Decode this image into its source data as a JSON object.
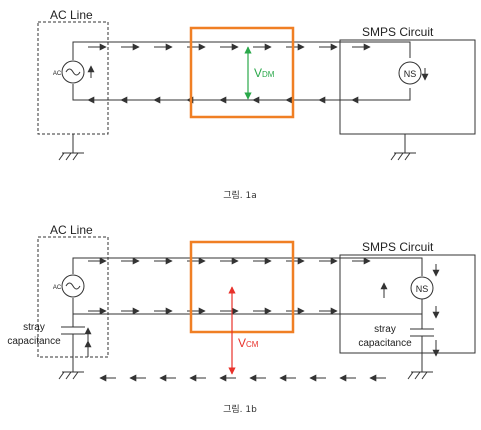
{
  "figures": [
    {
      "ac_line_label": "AC Line",
      "smps_label": "SMPS Circuit",
      "ac_source_text": "AC",
      "noise_source_text": "NS",
      "voltage_main": "V",
      "voltage_sub": "DM",
      "caption": "그림. 1a"
    },
    {
      "ac_line_label": "AC Line",
      "smps_label": "SMPS Circuit",
      "ac_source_text": "AC",
      "noise_source_text": "NS",
      "stray_left_1": "stray",
      "stray_left_2": "capacitance",
      "stray_right_1": "stray",
      "stray_right_2": "capacitance",
      "voltage_main": "V",
      "voltage_sub": "CM",
      "caption": "그림. 1b"
    }
  ],
  "colors": {
    "line": "#333333",
    "highlight_box": "#f07f24",
    "vdm": "#2aa84a",
    "vcm": "#e8312a"
  },
  "icons": [
    "arrow-right-icon",
    "arrow-left-icon",
    "ac-source-icon",
    "noise-source-icon",
    "ground-icon",
    "capacitor-icon"
  ]
}
